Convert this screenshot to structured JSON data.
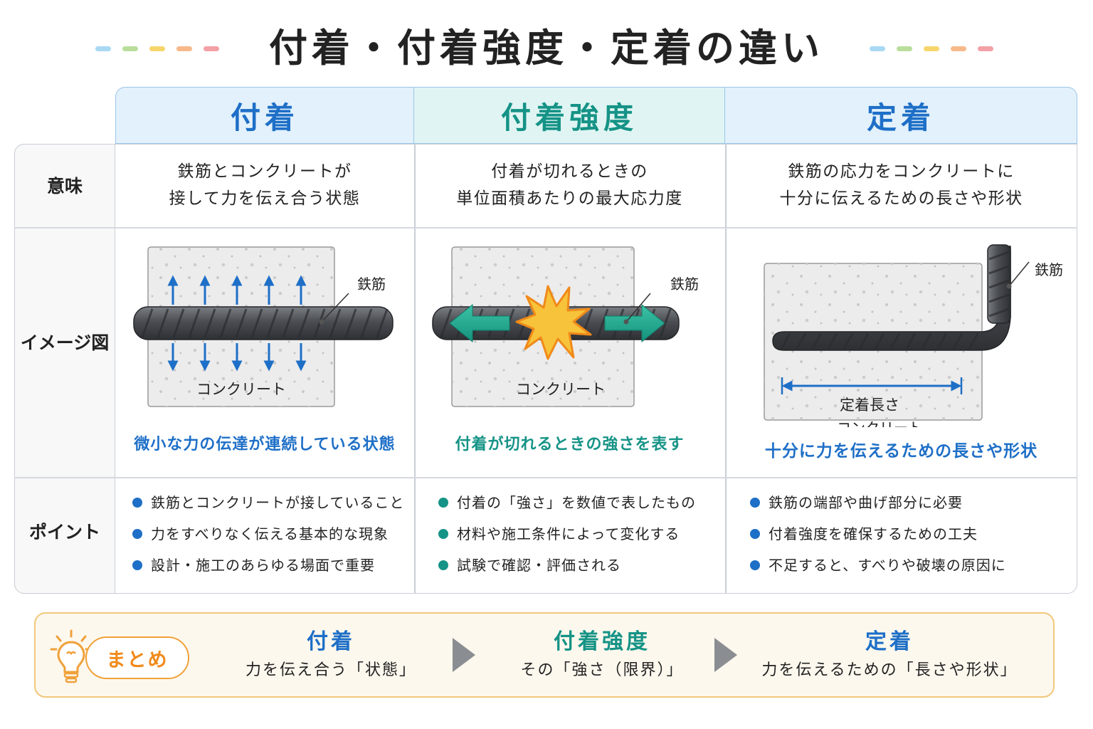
{
  "title": "付着・付着強度・定着の違い",
  "colors": {
    "blue": "#1e6fc7",
    "teal": "#159386",
    "orange": "#f08a1a",
    "dashes": [
      "#a9d8f3",
      "#b9de9c",
      "#f6d66b",
      "#f7b98a",
      "#f3a0a6"
    ]
  },
  "columns": [
    {
      "header": "付着",
      "meaning_line1": "鉄筋とコンクリートが",
      "meaning_line2": "接して力を伝え合う状態",
      "label_rebar": "鉄筋",
      "label_concrete": "コンクリート",
      "caption": "微小な力の伝達が連続している状態",
      "points": [
        "鉄筋とコンクリートが接していること",
        "力をすべりなく伝える基本的な現象",
        "設計・施工のあらゆる場面で重要"
      ]
    },
    {
      "header": "付着強度",
      "meaning_line1": "付着が切れるときの",
      "meaning_line2": "単位面積あたりの最大応力度",
      "label_rebar": "鉄筋",
      "label_concrete": "コンクリート",
      "caption": "付着が切れるときの強さを表す",
      "points": [
        "付着の「強さ」を数値で表したもの",
        "材料や施工条件によって変化する",
        "試験で確認・評価される"
      ]
    },
    {
      "header": "定着",
      "meaning_line1": "鉄筋の応力をコンクリートに",
      "meaning_line2": "十分に伝えるための長さや形状",
      "label_rebar": "鉄筋",
      "label_length": "定着長さ",
      "label_concrete": "コンクリート",
      "caption": "十分に力を伝えるための長さや形状",
      "points": [
        "鉄筋の端部や曲げ部分に必要",
        "付着強度を確保するための工夫",
        "不足すると、すべりや破壊の原因に"
      ]
    }
  ],
  "row_labels": {
    "meaning": "意味",
    "image": "イメージ図",
    "points": "ポイント"
  },
  "summary": {
    "badge": "まとめ",
    "items": [
      {
        "title": "付着",
        "desc": "力を伝え合う「状態」"
      },
      {
        "title": "付着強度",
        "desc": "その「強さ（限界）」"
      },
      {
        "title": "定着",
        "desc": "力を伝えるための「長さや形状」"
      }
    ]
  }
}
